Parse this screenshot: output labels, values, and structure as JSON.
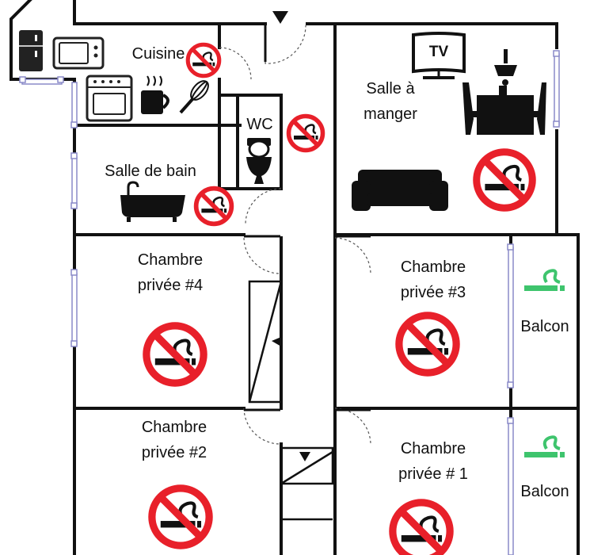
{
  "rooms": {
    "kitchen": {
      "label": "Cuisine"
    },
    "dining": {
      "label_line1": "Salle à",
      "label_line2": "manger",
      "tv_label": "TV"
    },
    "wc": {
      "label": "WC"
    },
    "bathroom": {
      "label": "Salle de bain"
    },
    "bedroom4": {
      "label_line1": "Chambre",
      "label_line2": "privée #4"
    },
    "bedroom3": {
      "label_line1": "Chambre",
      "label_line2": "privée #3"
    },
    "bedroom2": {
      "label_line1": "Chambre",
      "label_line2": "privée #2"
    },
    "bedroom1": {
      "label_line1": "Chambre",
      "label_line2": "privée # 1"
    },
    "balcony_upper": {
      "label": "Balcon"
    },
    "balcony_lower": {
      "label": "Balcon"
    }
  },
  "colors": {
    "no_smoking": "#e8202a",
    "smoking_allowed": "#3ec46d",
    "wall": "#111111",
    "window": "#8a8ac8"
  },
  "icons": [
    "fridge-icon",
    "microwave-icon",
    "oven-icon",
    "mug-icon",
    "whisk-icon",
    "toilet-icon",
    "bathtub-icon",
    "tv-icon",
    "lamp-icon",
    "dining-table-icon",
    "sofa-icon",
    "no-smoking-icon",
    "smoking-area-icon",
    "stairs-icon",
    "door-arrow-icon"
  ]
}
